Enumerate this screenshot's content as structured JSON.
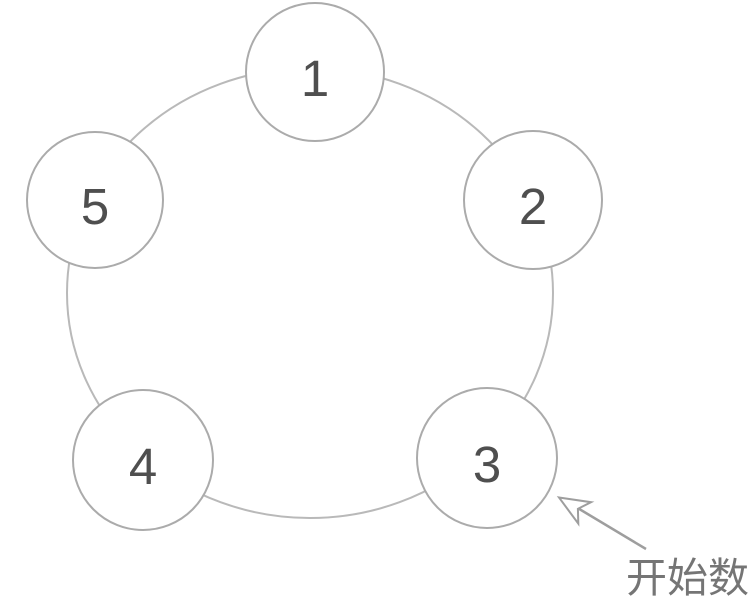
{
  "diagram": {
    "nodes": [
      {
        "label": "1"
      },
      {
        "label": "2"
      },
      {
        "label": "3"
      },
      {
        "label": "4"
      },
      {
        "label": "5"
      }
    ],
    "annotation": {
      "label": "开始数",
      "target_node": "3"
    },
    "colors": {
      "ring_stroke": "#b9b9b9",
      "node_stroke": "#ababab",
      "node_fill": "#ffffff",
      "number_color": "#4f4f4f",
      "arrow_color": "#9e9e9e",
      "annotation_color": "#757575",
      "background": "#ffffff"
    }
  }
}
